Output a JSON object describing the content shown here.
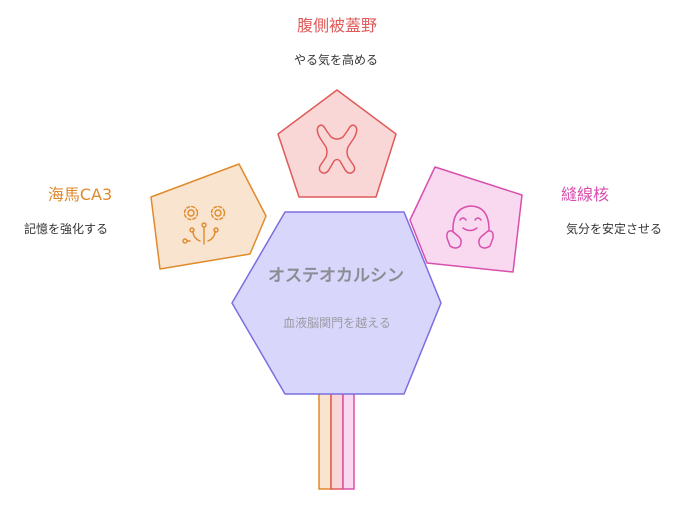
{
  "center": {
    "title": "オステオカルシン",
    "subtitle": "血液脳関門を越える"
  },
  "nodes": {
    "hippocampus": {
      "title": "海馬CA3",
      "description": "記憶を強化する",
      "color": "#e08a2c",
      "fill": "#f8e4cf",
      "icon": "flowers-icon"
    },
    "vta": {
      "title": "腹側被蓋野",
      "description": "やる気を高める",
      "color": "#e05a5a",
      "fill": "#f9d7d7",
      "icon": "cheering-person-icon"
    },
    "raphe": {
      "title": "縫線核",
      "description": "気分を安定させる",
      "color": "#d94fae",
      "fill": "#f9d9ef",
      "icon": "smiling-face-icon"
    }
  },
  "colors": {
    "center_stroke": "#7b6ee0",
    "center_fill": "#d9d6fb"
  }
}
